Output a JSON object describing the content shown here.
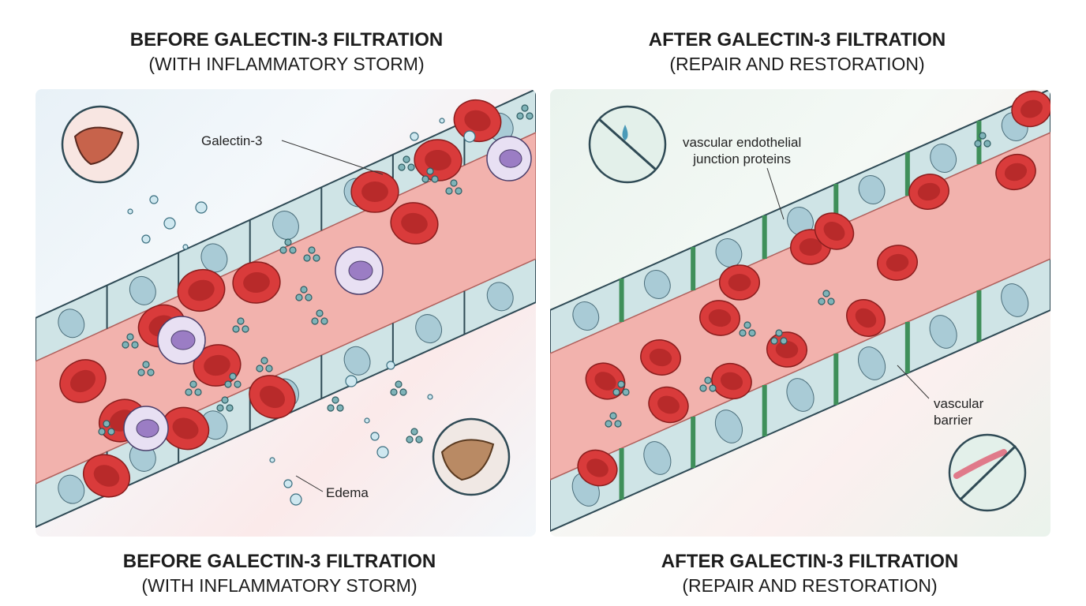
{
  "left_panel": {
    "title_top": {
      "line1": "BEFORE GALECTIN-3 FILTRATION",
      "line2": "(WITH INFLAMMATORY STORM)"
    },
    "title_bottom": {
      "line1": "BEFORE GALECTIN-3 FILTRATION",
      "line2": "(WITH INFLAMMATORY STORM)"
    },
    "labels": {
      "galectin": "Galectin-3",
      "edema": "Edema"
    },
    "icons": [
      "liver-icon",
      "damaged-liver-icon"
    ]
  },
  "right_panel": {
    "title_top": {
      "line1": "AFTER GALECTIN-3 FILTRATION",
      "line2": "(REPAIR AND RESTORATION)"
    },
    "title_bottom": {
      "line1": "AFTER GALECTIN-3 FILTRATION",
      "line2": "(REPAIR AND RESTORATION)"
    },
    "labels": {
      "junction_line1": "vascular endothelial",
      "junction_line2": "junction proteins",
      "barrier_line1": "vascular",
      "barrier_line2": "barrier"
    },
    "icons": [
      "no-leak-hand-icon",
      "no-bleeding-icon"
    ]
  },
  "colors": {
    "rbc": "#d93b3b",
    "vessel": "#f2b2ad",
    "endothelium": "#cfe4e6",
    "junction": "#3f8f5a",
    "wbc": "#9b7dc4"
  }
}
